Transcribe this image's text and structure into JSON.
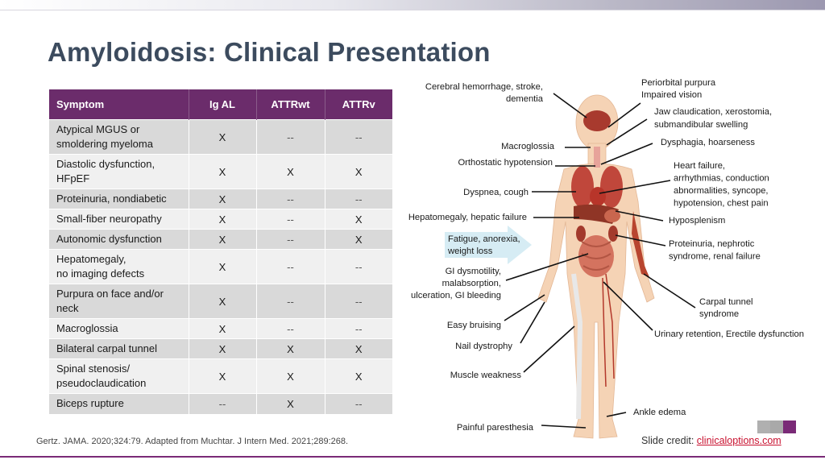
{
  "title": "Amyloidosis: Clinical Presentation",
  "table": {
    "headers": [
      "Symptom",
      "Ig AL",
      "ATTRwt",
      "ATTRv"
    ],
    "rows": [
      {
        "symptom": [
          "Atypical MGUS or",
          "smoldering myeloma"
        ],
        "vals": [
          "X",
          "--",
          "--"
        ]
      },
      {
        "symptom": [
          "Diastolic dysfunction,",
          "HFpEF"
        ],
        "vals": [
          "X",
          "X",
          "X"
        ]
      },
      {
        "symptom": [
          "Proteinuria, nondiabetic"
        ],
        "vals": [
          "X",
          "--",
          "--"
        ]
      },
      {
        "symptom": [
          "Small-fiber neuropathy"
        ],
        "vals": [
          "X",
          "--",
          "X"
        ]
      },
      {
        "symptom": [
          "Autonomic dysfunction"
        ],
        "vals": [
          "X",
          "--",
          "X"
        ]
      },
      {
        "symptom": [
          "Hepatomegaly,",
          "no imaging defects"
        ],
        "vals": [
          "X",
          "--",
          "--"
        ]
      },
      {
        "symptom": [
          "Purpura on face and/or",
          "neck"
        ],
        "vals": [
          "X",
          "--",
          "--"
        ]
      },
      {
        "symptom": [
          "Macroglossia"
        ],
        "vals": [
          "X",
          "--",
          "--"
        ]
      },
      {
        "symptom": [
          "Bilateral carpal tunnel"
        ],
        "vals": [
          "X",
          "X",
          "X"
        ]
      },
      {
        "symptom": [
          "Spinal stenosis/",
          "pseudoclaudication"
        ],
        "vals": [
          "X",
          "X",
          "X"
        ]
      },
      {
        "symptom": [
          "Biceps rupture"
        ],
        "vals": [
          "--",
          "X",
          "--"
        ]
      }
    ]
  },
  "figure": {
    "labels": [
      [
        "Cerebral hemorrhage, stroke,",
        "dementia"
      ],
      [
        "Periorbital purpura",
        "Impaired vision"
      ],
      [
        "Jaw claudication, xerostomia,",
        "submandibular swelling"
      ],
      [
        "Macroglossia"
      ],
      [
        "Dysphagia, hoarseness"
      ],
      [
        "Orthostatic hypotension"
      ],
      [
        "Heart failure,",
        "arrhythmias, conduction",
        "abnormalities, syncope,",
        "hypotension, chest pain"
      ],
      [
        "Dyspnea, cough"
      ],
      [
        "Hepatomegaly, hepatic failure"
      ],
      [
        "Hyposplenism"
      ],
      [
        "Fatigue, anorexia,",
        "weight loss"
      ],
      [
        "Proteinuria, nephrotic",
        "syndrome, renal failure"
      ],
      [
        "GI dysmotility,",
        "malabsorption,",
        "ulceration, GI bleeding"
      ],
      [
        "Carpal tunnel",
        "syndrome"
      ],
      [
        "Easy bruising"
      ],
      [
        "Urinary retention, Erectile dysfunction"
      ],
      [
        "Nail dystrophy"
      ],
      [
        "Muscle weakness"
      ],
      [
        "Ankle edema"
      ],
      [
        "Painful paresthesia"
      ]
    ]
  },
  "citation": "Gertz. JAMA. 2020;324:79. Adapted from Muchtar. J Intern Med. 2021;289:268.",
  "credit": {
    "prefix": "Slide credit: ",
    "link": "clinicaloptions.com"
  },
  "colors": {
    "header": "#6b2c6b",
    "title": "#3c4b5e",
    "accent": "#7a2a77",
    "logo": [
      "#b0b0b0",
      "#a9a9a9",
      "#7a2a77"
    ]
  }
}
